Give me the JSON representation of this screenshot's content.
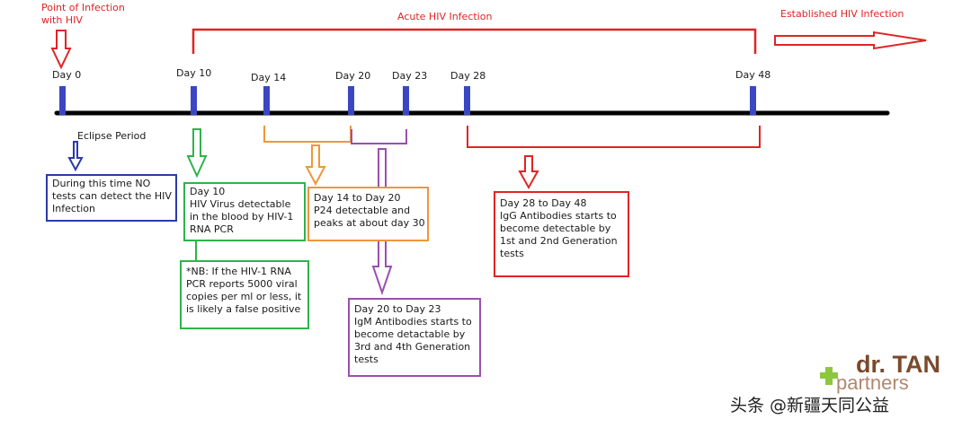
{
  "colors": {
    "red": "#e02424",
    "blue": "#2b3aa8",
    "green": "#2eb34a",
    "orange": "#f0963a",
    "purple": "#9b4fb0",
    "axis": "#000000",
    "marker": "#3b46c4"
  },
  "header": {
    "infection_point": [
      "Point of Infection",
      "with HIV"
    ],
    "acute_label": "Acute HIV Infection",
    "established_label": "Established HIV Infection"
  },
  "timeline": {
    "days": [
      "Day 0",
      "Day 10",
      "Day 14",
      "Day 20",
      "Day 23",
      "Day 28",
      "Day 48"
    ],
    "eclipse_label": "Eclipse Period"
  },
  "boxes": {
    "eclipse": {
      "lines": [
        "During this time NO",
        "tests can detect the HIV",
        "Infection"
      ]
    },
    "day10": {
      "title": "Day 10",
      "lines": [
        "HIV Virus detectable",
        "in the blood by HIV-1",
        "RNA PCR"
      ]
    },
    "note": {
      "lines": [
        "*NB: If the HIV-1 RNA",
        "PCR reports 5000 viral",
        "copies per ml or less, it",
        "is likely a false positive"
      ]
    },
    "p24": {
      "title": "Day 14 to Day 20",
      "lines": [
        "P24 detectable and",
        "peaks at about day 30"
      ]
    },
    "igm": {
      "title": "Day 20 to Day 23",
      "lines": [
        "IgM Antibodies starts to",
        "become detactable by",
        "3rd and 4th Generation",
        "tests"
      ]
    },
    "igg": {
      "title": "Day 28 to Day 48",
      "lines": [
        "IgG Antibodies starts to",
        "become detectable by",
        "1st and 2nd Generation",
        "tests"
      ]
    }
  },
  "watermark": {
    "logo_line1": "dr. TAN",
    "logo_line2": "partners",
    "source": "头条 @新疆天同公益"
  }
}
